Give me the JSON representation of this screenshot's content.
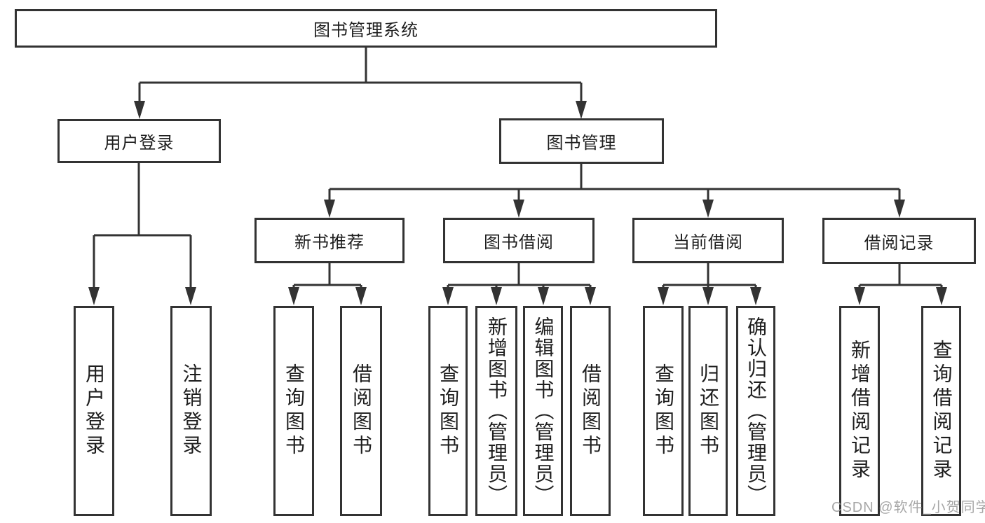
{
  "diagram": {
    "title": "图书管理系统",
    "branches": [
      {
        "label": "用户登录",
        "children": [
          "用户登录",
          "注销登录"
        ]
      },
      {
        "label": "图书管理",
        "sections": [
          {
            "label": "新书推荐",
            "children": [
              "查询图书",
              "借阅图书"
            ]
          },
          {
            "label": "图书借阅",
            "children": [
              "查询图书",
              "新增图书（管理员）",
              "编辑图书（管理员）",
              "借阅图书"
            ]
          },
          {
            "label": "当前借阅",
            "children": [
              "查询图书",
              "归还图书",
              "确认归还（管理员）"
            ]
          },
          {
            "label": "借阅记录",
            "children": [
              "新增借阅记录",
              "查询借阅记录"
            ]
          }
        ]
      }
    ]
  },
  "watermark": {
    "text": "CSDN @软件_小贺同学"
  },
  "colors": {
    "line": "#333333",
    "text": "#1e1e1e",
    "watermark": "#9e9e9e",
    "canvas": "#ffffff"
  }
}
